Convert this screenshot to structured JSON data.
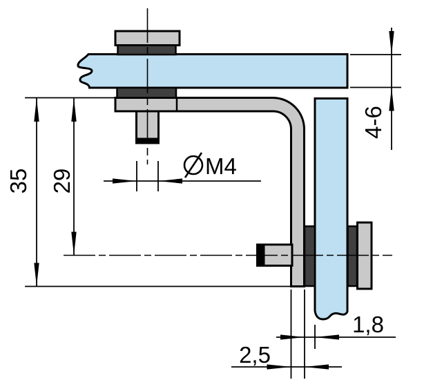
{
  "drawing": {
    "dimensions": {
      "overall_height": "35",
      "hole_center_height": "29",
      "thread_label": "M4",
      "glass_thickness_range": "4-6",
      "gasket_gap": "1,8",
      "bracket_thickness": "2,5"
    },
    "colors": {
      "glass": "#bedff2",
      "metal": "#c9c9c9",
      "washer": "#404040",
      "line": "#000000",
      "background": "#ffffff"
    }
  }
}
